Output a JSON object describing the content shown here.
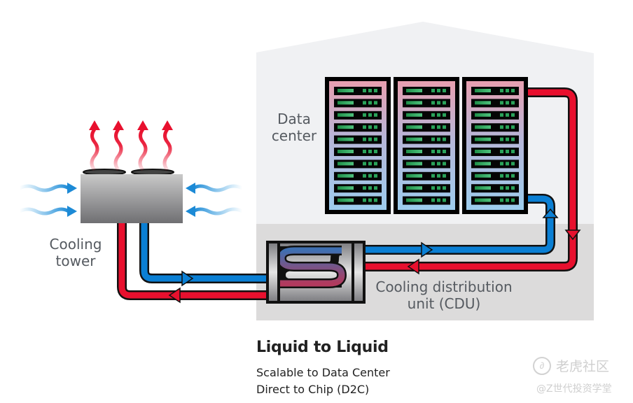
{
  "labels": {
    "data_center": "Data\ncenter",
    "cooling_tower": "Cooling\ntower",
    "cdu": "Cooling distribution\nunit (CDU)"
  },
  "caption": {
    "title": "Liquid to Liquid",
    "line1": "Scalable to Data Center",
    "line2": "Direct to Chip (D2C)"
  },
  "watermark": {
    "brand": "老虎社区",
    "handle": "@Z世代投资学堂",
    "icon": "tiger-logo-icon"
  },
  "colors": {
    "hot": "#e8102e",
    "cold": "#0a7fd4",
    "building": "#f0f1f3",
    "floor": "#dcdbdb",
    "server_led": "#1e9a4e"
  },
  "racks": {
    "count": 3,
    "units_per_rack": 10
  }
}
